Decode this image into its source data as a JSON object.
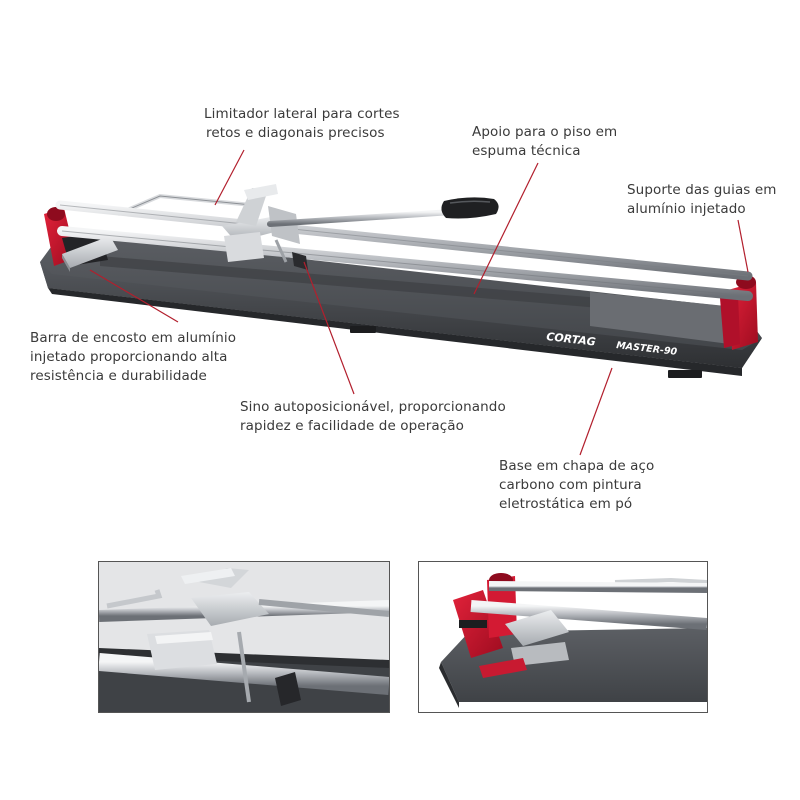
{
  "product": {
    "brand": "CORTAG",
    "model": "MASTER-90"
  },
  "callouts": {
    "limitador": {
      "lines": [
        "Limitador lateral para cortes",
        "retos e diagonais precisos"
      ]
    },
    "apoio": {
      "lines": [
        "Apoio para o piso em",
        "espuma técnica"
      ]
    },
    "suporte": {
      "lines": [
        "Suporte das guias em",
        "alumínio injetado"
      ]
    },
    "barra": {
      "lines": [
        "Barra de encosto em alumínio",
        "injetado proporcionando alta",
        "resistência e durabilidade"
      ]
    },
    "sino": {
      "lines": [
        "Sino autoposicionável, proporcionando",
        "rapidez e facilidade de operação"
      ]
    },
    "base": {
      "lines": [
        "Base em chapa de aço",
        "carbono com pintura",
        "eletrostática em pó"
      ]
    }
  },
  "colors": {
    "accent_red": "#c8102e",
    "leader_line": "#b21f2d",
    "base_dark": "#4a4d52",
    "rail_steel": "#c9ccd0",
    "text": "#3a3a3a"
  }
}
